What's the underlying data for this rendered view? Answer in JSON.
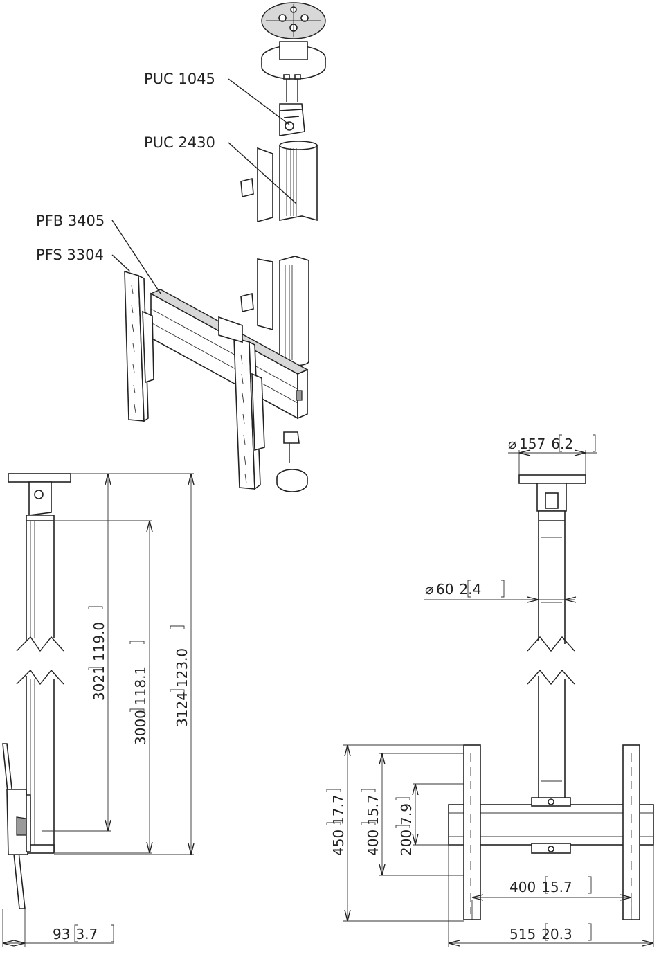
{
  "callouts": {
    "puc1045": "PUC 1045",
    "puc2430": "PUC 2430",
    "pfb3405": "PFB 3405",
    "pfs3304": "PFS 3304"
  },
  "dims": {
    "d157": {
      "mm": "157",
      "in": "6.2"
    },
    "d60": {
      "mm": "60",
      "in": "2.4"
    },
    "h3021": {
      "mm": "3021",
      "in": "119.0"
    },
    "h3000": {
      "mm": "3000",
      "in": "118.1"
    },
    "h3124": {
      "mm": "3124",
      "in": "123.0"
    },
    "w93": {
      "mm": "93",
      "in": "3.7"
    },
    "h450": {
      "mm": "450",
      "in": "17.7"
    },
    "h400": {
      "mm": "400",
      "in": "15.7"
    },
    "h200": {
      "mm": "200",
      "in": "7.9"
    },
    "w400": {
      "mm": "400",
      "in": "15.7"
    },
    "w515": {
      "mm": "515",
      "in": "20.3"
    }
  },
  "symbols": {
    "diameter": "⌀"
  },
  "colors": {
    "line": "#222222",
    "background": "#ffffff"
  }
}
